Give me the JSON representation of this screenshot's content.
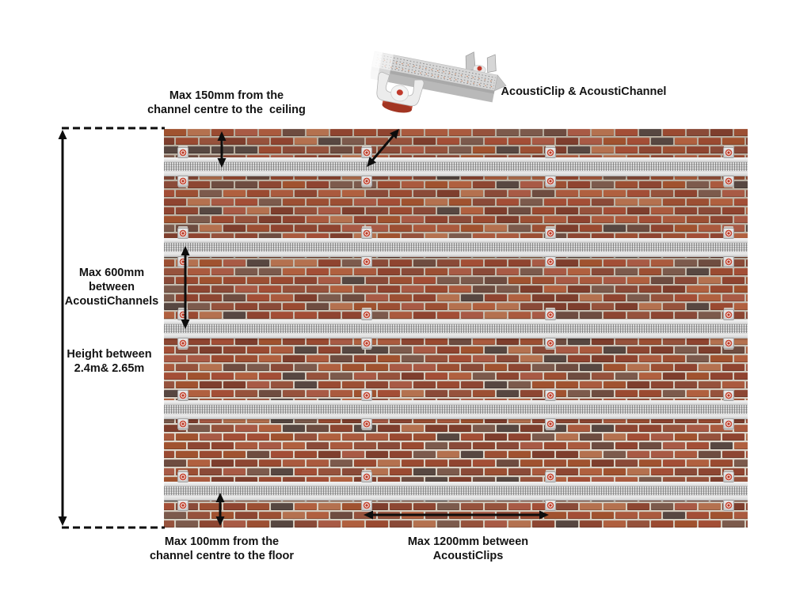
{
  "product": {
    "label": "AcoustiClip & AcoustiChannel"
  },
  "annotations": {
    "ceiling": [
      "Max 150mm from the",
      "channel centre to the  ceiling"
    ],
    "channel_spacing": [
      "Max 600mm",
      "between",
      "AcoustiChannels"
    ],
    "wall_height": [
      "Height between",
      "2.4m& 2.65m"
    ],
    "floor": [
      "Max 100mm from the",
      "channel centre to the floor"
    ],
    "clip_spacing": [
      "Max 1200mm between",
      "AcoustiClips"
    ]
  },
  "wall": {
    "channel_count": 5,
    "clip_column_count": 4,
    "clip_rows_per_channel": 2,
    "colors": {
      "mortar": "#c6bdb0",
      "brick_palette": [
        "#a0522f",
        "#9a4a31",
        "#aa5a3e",
        "#8f4430",
        "#b0603f",
        "#7e3e2d",
        "#a34e36",
        "#96523c",
        "#8a4a38",
        "#a85a45",
        "#6e4c40",
        "#7c5a4c",
        "#574741",
        "#b4714f",
        "#9c4f33",
        "#8d4632"
      ],
      "channel_metal": "#d8d8d8",
      "clip_ring": "#c0392b",
      "arrow": "#0d0d0d",
      "text": "#131313"
    }
  }
}
